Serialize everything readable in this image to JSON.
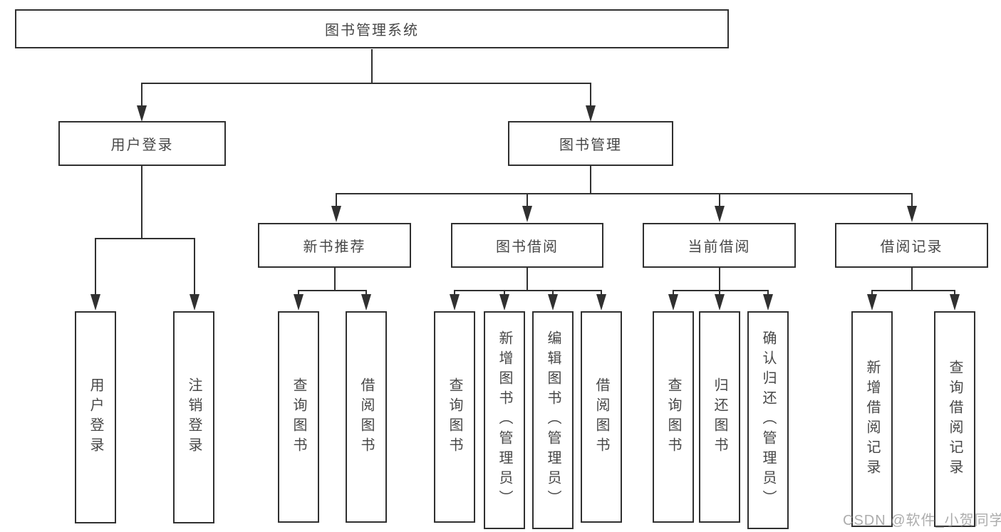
{
  "nodes": {
    "root": "图书管理系统",
    "user_login": "用户登录",
    "book_management": "图书管理",
    "new_book_recommend": "新书推荐",
    "book_borrowing": "图书借阅",
    "current_borrowing": "当前借阅",
    "borrowing_records": "借阅记录",
    "leaves": {
      "user": [
        "用户登录",
        "注销登录"
      ],
      "recommend": [
        "查询图书",
        "借阅图书"
      ],
      "borrow": [
        "查询图书",
        "新增图书（管理员）",
        "编辑图书（管理员）",
        "借阅图书"
      ],
      "current": [
        "查询图书",
        "归还图书",
        "确认归还（管理员）"
      ],
      "records": [
        "新增借阅记录",
        "查询借阅记录"
      ]
    }
  },
  "watermark": "CSDN @软件_小贺同学",
  "colors": {
    "line": "#303030",
    "text": "#474747",
    "watermark": "#9e9e9e",
    "background": "#ffffff"
  }
}
